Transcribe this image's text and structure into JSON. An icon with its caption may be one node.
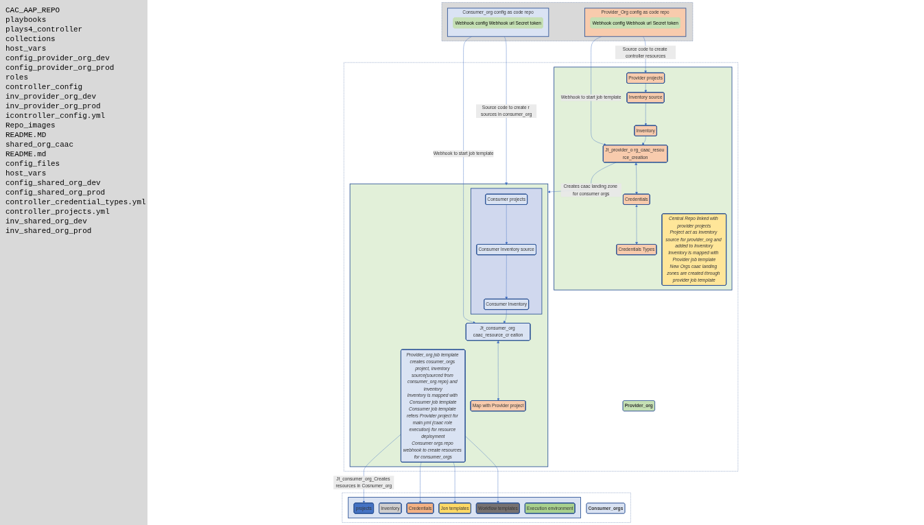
{
  "diagram": {
    "nodes": [
      {
        "text": [],
        "shape": "box"
      },
      {
        "text": [
          "Provider_Org config as code repo"
        ],
        "in": 0
      },
      {
        "text": [
          "Webhook config Webhook url Secret token"
        ],
        "in": 1
      },
      {
        "text": [
          "Consumer_org config as code repo"
        ],
        "in": 0
      },
      {
        "text": [
          "Webhook config Webhook url Secret token"
        ],
        "in": 3
      },
      {
        "text": [],
        "shape": "box"
      },
      {
        "text": [
          "Provider_org"
        ],
        "in": 5
      },
      {
        "text": [],
        "shape": "box",
        "in": 5
      },
      {
        "text": [
          "Provider projects"
        ],
        "in": 7
      },
      {
        "text": [
          "Inventory source"
        ],
        "in": 7
      },
      {
        "text": [
          "Inventory"
        ],
        "in": 7
      },
      {
        "text": [
          "Jt_provider_o rg_caac_resou rce_creation"
        ],
        "in": 7
      },
      {
        "text": [
          "Credentials"
        ],
        "in": 7
      },
      {
        "text": [
          "Credentials Types"
        ],
        "in": 7
      },
      {
        "text": [
          "Central Repo linked with provider projects",
          "Project act as inventory source for provider_org and added to Inventory",
          "Inventory is mapped with Provider job template",
          "New Orgs caac landing zones are created through provider job template"
        ],
        "in": 7
      },
      {
        "text": [],
        "shape": "box",
        "in": 5
      },
      {
        "text": [],
        "shape": "box",
        "in": 15
      },
      {
        "text": [
          "Consumer projects"
        ],
        "in": 16
      },
      {
        "text": [
          "Consumer Inventory source"
        ],
        "in": 16
      },
      {
        "text": [
          "Consumer Inventory"
        ],
        "in": 16
      },
      {
        "text": [
          "Jt_consumer_org caac_resource_cr eation"
        ],
        "in": 15
      },
      {
        "text": [
          "Provider_org job template creates cosumer_orgs project, inventory source(sourced from consumer_org repo) and inventory",
          "Inventory is mapped with Consumer job template",
          "Consumer job template refers Provider project for main.yml (caac role execution) for resource deployment",
          "Consumer orgs repo webhook to create resources for consumer_orgs"
        ],
        "in": 15
      },
      {
        "text": [
          "Map with Provider project"
        ],
        "in": 15
      },
      {
        "text": [],
        "shape": "box"
      },
      {
        "text": [
          "Consumer_orgs"
        ],
        "in": 23
      },
      {
        "text": [],
        "shape": "box",
        "in": 23
      },
      {
        "text": [
          "projects"
        ],
        "in": 25
      },
      {
        "text": [
          "Inventory"
        ],
        "in": 25
      },
      {
        "text": [
          "Credentials"
        ],
        "in": 25
      },
      {
        "text": [
          "Jon templates"
        ],
        "in": 25
      },
      {
        "text": [
          "Workflow templates"
        ],
        "in": 25
      },
      {
        "text": [
          "Execution environment"
        ],
        "in": 25
      }
    ],
    "edges": [
      {
        "from": 1,
        "to": 8,
        "arrow": "to",
        "label": "Source code to create controller resources"
      },
      {
        "from": 1,
        "to": 11,
        "arrow": "to",
        "label": "Webhook to start job template"
      },
      {
        "from": 3,
        "to": 16,
        "arrow": "to",
        "label": "Source code to create r sources in consumer_org"
      },
      {
        "from": 3,
        "to": 20,
        "arrow": "to",
        "label": "Webhook to start job template"
      },
      {
        "from": 8,
        "to": 9,
        "arrow": "to"
      },
      {
        "from": 9,
        "to": 10,
        "arrow": "to"
      },
      {
        "from": 10,
        "to": 11,
        "arrow": "to"
      },
      {
        "from": 11,
        "to": 12,
        "arrow": "both"
      },
      {
        "from": 12,
        "to": 13,
        "arrow": "both"
      },
      {
        "from": 11,
        "to": 15,
        "arrow": "to",
        "label": "Creates caac landing zone for consumer orgs"
      },
      {
        "from": 17,
        "to": 18,
        "arrow": "to"
      },
      {
        "from": 18,
        "to": 19,
        "arrow": "to"
      },
      {
        "from": 19,
        "to": 20,
        "arrow": "to"
      },
      {
        "from": 20,
        "to": 22,
        "arrow": "both"
      },
      {
        "from": 21,
        "to": 26,
        "arrow": "to",
        "label": "Jt_consumer_org_Creates resources in Cosnumer_org"
      },
      {
        "from": 21,
        "to": 28,
        "arrow": "to"
      },
      {
        "from": 21,
        "to": 29,
        "arrow": "to"
      },
      {
        "from": 21,
        "to": 30,
        "arrow": "to"
      }
    ],
    "labels": [
      "CAC_AAP_REPO",
      "playbooks",
      "plays4_controller",
      "collections",
      "host_vars",
      "config_provider_org_dev",
      "config_provider_org_prod",
      "roles",
      "controller_config",
      "inv_provider_org_dev",
      "inv_provider_org_prod",
      "icontroller_config.yml",
      "Repo_images",
      "README.MD",
      "shared_org_caac",
      "README.md",
      "config_files",
      "host_vars",
      "config_shared_org_dev",
      "config_shared_org_prod",
      "controller_credential_types.yml",
      "controller_projects.yml",
      "inv_shared_org_dev",
      "inv_shared_org_prod"
    ]
  }
}
